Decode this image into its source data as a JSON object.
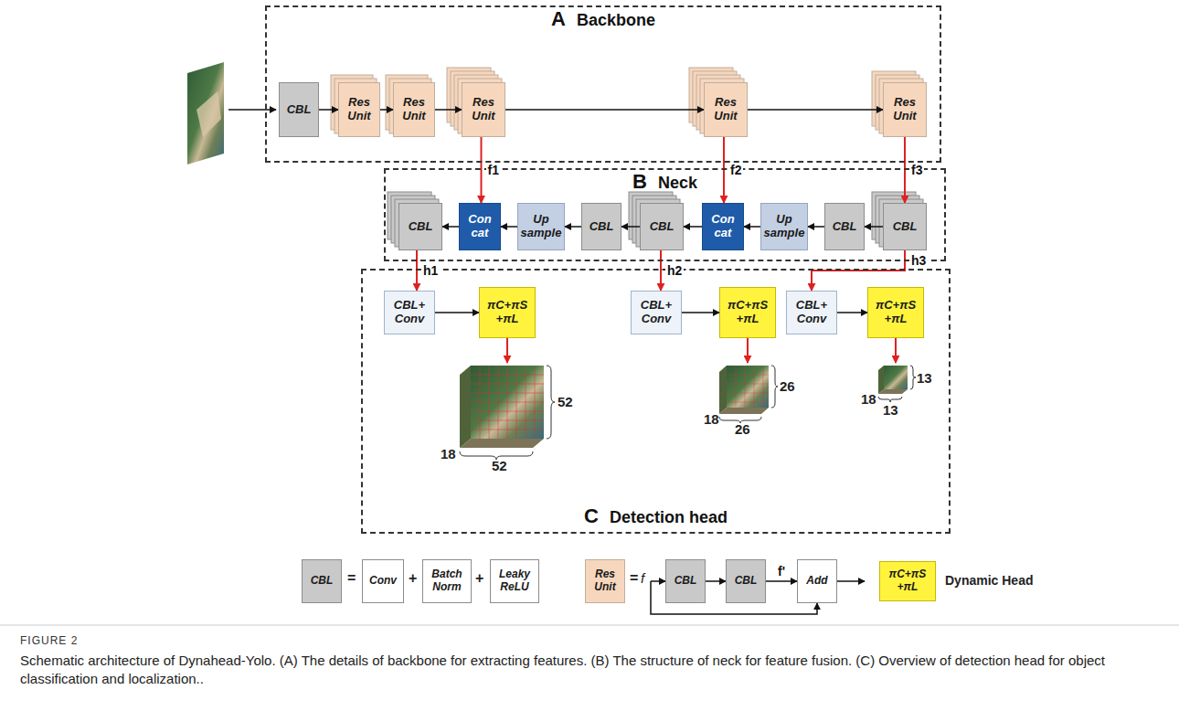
{
  "diagram": {
    "title": "FIGURE 2",
    "caption": "Schematic architecture of Dynahead-Yolo. (A) The details of backbone for extracting features. (B) The structure of neck for feature fusion. (C) Overview of detection head for object classification and localization..",
    "nodes": [
      {
        "text": [
          "A",
          "Backbone"
        ]
      },
      {
        "text": [
          "CBL"
        ],
        "in": 0
      },
      {
        "text": [
          "Res Unit"
        ],
        "in": 0
      },
      {
        "text": [
          "Res Unit"
        ],
        "in": 0
      },
      {
        "text": [
          "Res Unit"
        ],
        "in": 0
      },
      {
        "text": [
          "Res Unit"
        ],
        "in": 0
      },
      {
        "text": [
          "Res Unit"
        ],
        "in": 0
      },
      {
        "text": [
          "B",
          "Neck"
        ]
      },
      {
        "text": [
          "CBL"
        ],
        "in": 7
      },
      {
        "text": [
          "Con cat"
        ],
        "in": 7
      },
      {
        "text": [
          "Up sample"
        ],
        "in": 7
      },
      {
        "text": [
          "CBL"
        ],
        "in": 7
      },
      {
        "text": [
          "CBL"
        ],
        "in": 7
      },
      {
        "text": [
          "Con cat"
        ],
        "in": 7
      },
      {
        "text": [
          "Up sample"
        ],
        "in": 7
      },
      {
        "text": [
          "CBL"
        ],
        "in": 7
      },
      {
        "text": [
          "CBL"
        ],
        "in": 7
      },
      {
        "text": [
          "C",
          "Detection head"
        ]
      },
      {
        "text": [
          "CBL+ Conv"
        ],
        "in": 17
      },
      {
        "text": [
          "πC+πS +πL"
        ],
        "in": 17
      },
      {
        "text": [
          "CBL+ Conv"
        ],
        "in": 17
      },
      {
        "text": [
          "πC+πS +πL"
        ],
        "in": 17
      },
      {
        "text": [
          "CBL+ Conv"
        ],
        "in": 17
      },
      {
        "text": [
          "πC+πS +πL"
        ],
        "in": 17
      },
      {
        "text": [
          "CBL"
        ]
      },
      {
        "text": [
          "Conv"
        ]
      },
      {
        "text": [
          "Batch Norm"
        ]
      },
      {
        "text": [
          "Leaky ReLU"
        ]
      },
      {
        "text": [
          "Res Unit"
        ]
      },
      {
        "text": [
          "CBL"
        ]
      },
      {
        "text": [
          "CBL"
        ]
      },
      {
        "text": [
          "Add"
        ]
      },
      {
        "text": [
          "πC+πS +πL"
        ]
      }
    ],
    "edges": [
      {
        "from": 1,
        "to": 2,
        "arrow": "to"
      },
      {
        "from": 2,
        "to": 3,
        "arrow": "to"
      },
      {
        "from": 3,
        "to": 4,
        "arrow": "to"
      },
      {
        "from": 4,
        "to": 5,
        "arrow": "to"
      },
      {
        "from": 5,
        "to": 6,
        "arrow": "to"
      },
      {
        "from": 4,
        "to": 9,
        "label": "f1",
        "arrow": "to"
      },
      {
        "from": 5,
        "to": 13,
        "label": "f2",
        "arrow": "to"
      },
      {
        "from": 6,
        "to": 16,
        "label": "f3",
        "arrow": "to"
      },
      {
        "from": 16,
        "to": 15,
        "arrow": "to"
      },
      {
        "from": 15,
        "to": 14,
        "arrow": "to"
      },
      {
        "from": 14,
        "to": 13,
        "arrow": "to"
      },
      {
        "from": 13,
        "to": 12,
        "arrow": "to"
      },
      {
        "from": 12,
        "to": 11,
        "arrow": "to"
      },
      {
        "from": 11,
        "to": 10,
        "arrow": "to"
      },
      {
        "from": 10,
        "to": 9,
        "arrow": "to"
      },
      {
        "from": 9,
        "to": 8,
        "arrow": "to"
      },
      {
        "from": 8,
        "to": 18,
        "label": "h1",
        "arrow": "to"
      },
      {
        "from": 12,
        "to": 20,
        "label": "h2",
        "arrow": "to"
      },
      {
        "from": 16,
        "to": 22,
        "label": "h3",
        "arrow": "to"
      },
      {
        "from": 18,
        "to": 19,
        "arrow": "to"
      },
      {
        "from": 20,
        "to": 21,
        "arrow": "to"
      },
      {
        "from": 22,
        "to": 23,
        "arrow": "to"
      },
      {
        "from": 29,
        "to": 30,
        "arrow": "to"
      },
      {
        "from": 30,
        "to": 31,
        "label": "f'",
        "arrow": "to"
      }
    ],
    "labels": [
      "52",
      "18",
      "52",
      "26",
      "18",
      "26",
      "13",
      "18",
      "13",
      "=",
      "+",
      "+",
      "=",
      "f",
      "Dynamic Head"
    ]
  }
}
